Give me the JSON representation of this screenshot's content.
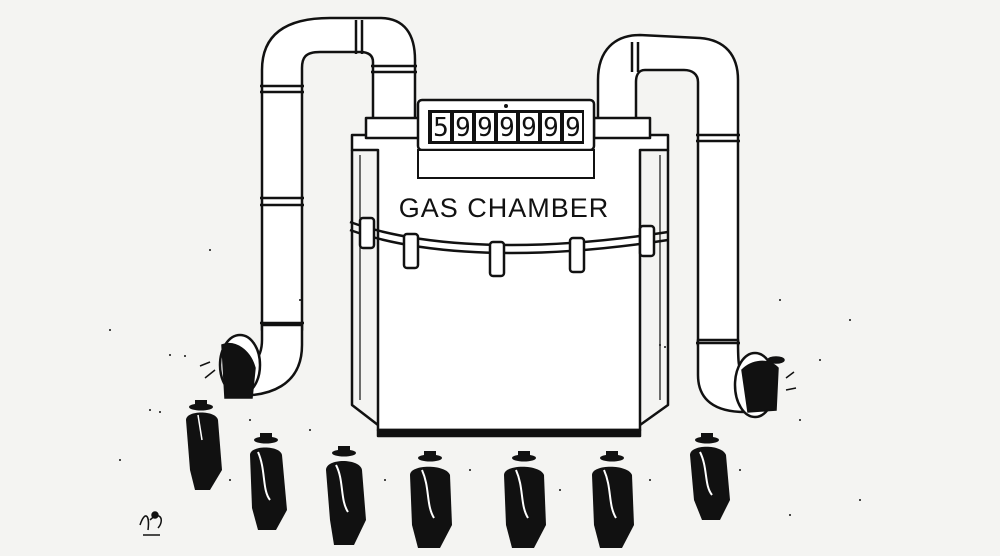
{
  "meter": {
    "counter_digits": [
      "5",
      "9",
      "9",
      "9",
      "9",
      "9",
      "9"
    ],
    "label": "GAS CHAMBER"
  },
  "colors": {
    "background": "#f4f4f2",
    "ink": "#111111",
    "paper": "#ffffff"
  },
  "icons": {
    "meter": "gas-meter",
    "pipe": "pipe",
    "figure": "walking-figure"
  }
}
